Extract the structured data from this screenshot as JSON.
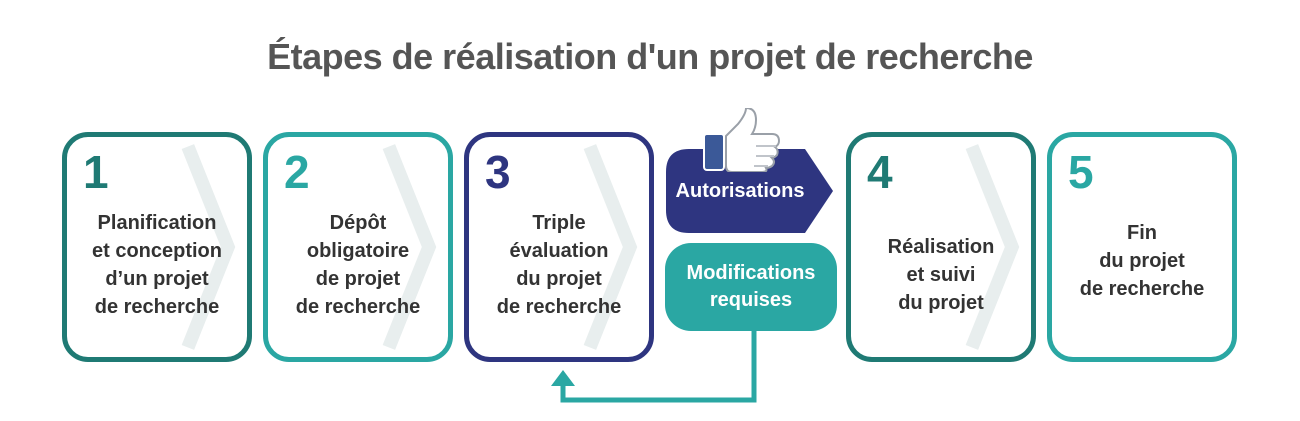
{
  "title": "Étapes de réalisation d'un projet de recherche",
  "steps": [
    {
      "number": "1",
      "label": "Planification\net conception\nd’un projet\nde recherche",
      "color": "#1f7a74"
    },
    {
      "number": "2",
      "label": "Dépôt\nobligatoire\nde projet\nde recherche",
      "color": "#2aa7a3"
    },
    {
      "number": "3",
      "label": "Triple\névaluation\ndu projet\nde recherche",
      "color": "#2e3580"
    },
    {
      "number": "4",
      "label": "Réalisation\net suivi\ndu projet",
      "color": "#1f7a74"
    },
    {
      "number": "5",
      "label": "Fin\ndu projet\nde recherche",
      "color": "#2aa7a3"
    }
  ],
  "decision": {
    "approved_label": "Autorisations",
    "approved_color": "#2e3580",
    "changes_label": "Modifications\nrequises",
    "changes_color": "#2aa7a3",
    "approved_icon": "thumbs-up-icon",
    "feedback_icon": "return-arrow-icon"
  }
}
